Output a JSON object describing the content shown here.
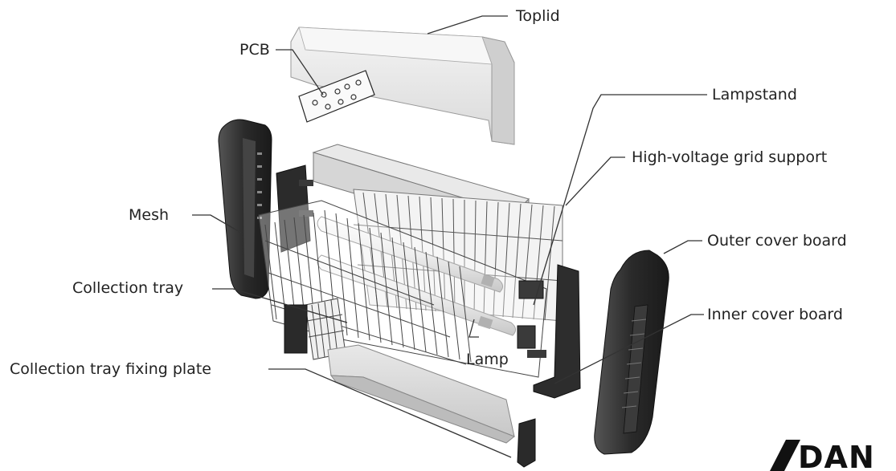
{
  "labels": {
    "toplid": "Toplid",
    "pcb": "PCB",
    "lampstand": "Lampstand",
    "grid_support": "High-voltage grid support",
    "mesh": "Mesh",
    "outer_cover": "Outer cover board",
    "collection_tray": "Collection tray",
    "inner_cover": "Inner cover board",
    "fixing_plate": "Collection tray fixing plate",
    "lamp": "Lamp"
  },
  "logo": {
    "text": "DAN"
  }
}
